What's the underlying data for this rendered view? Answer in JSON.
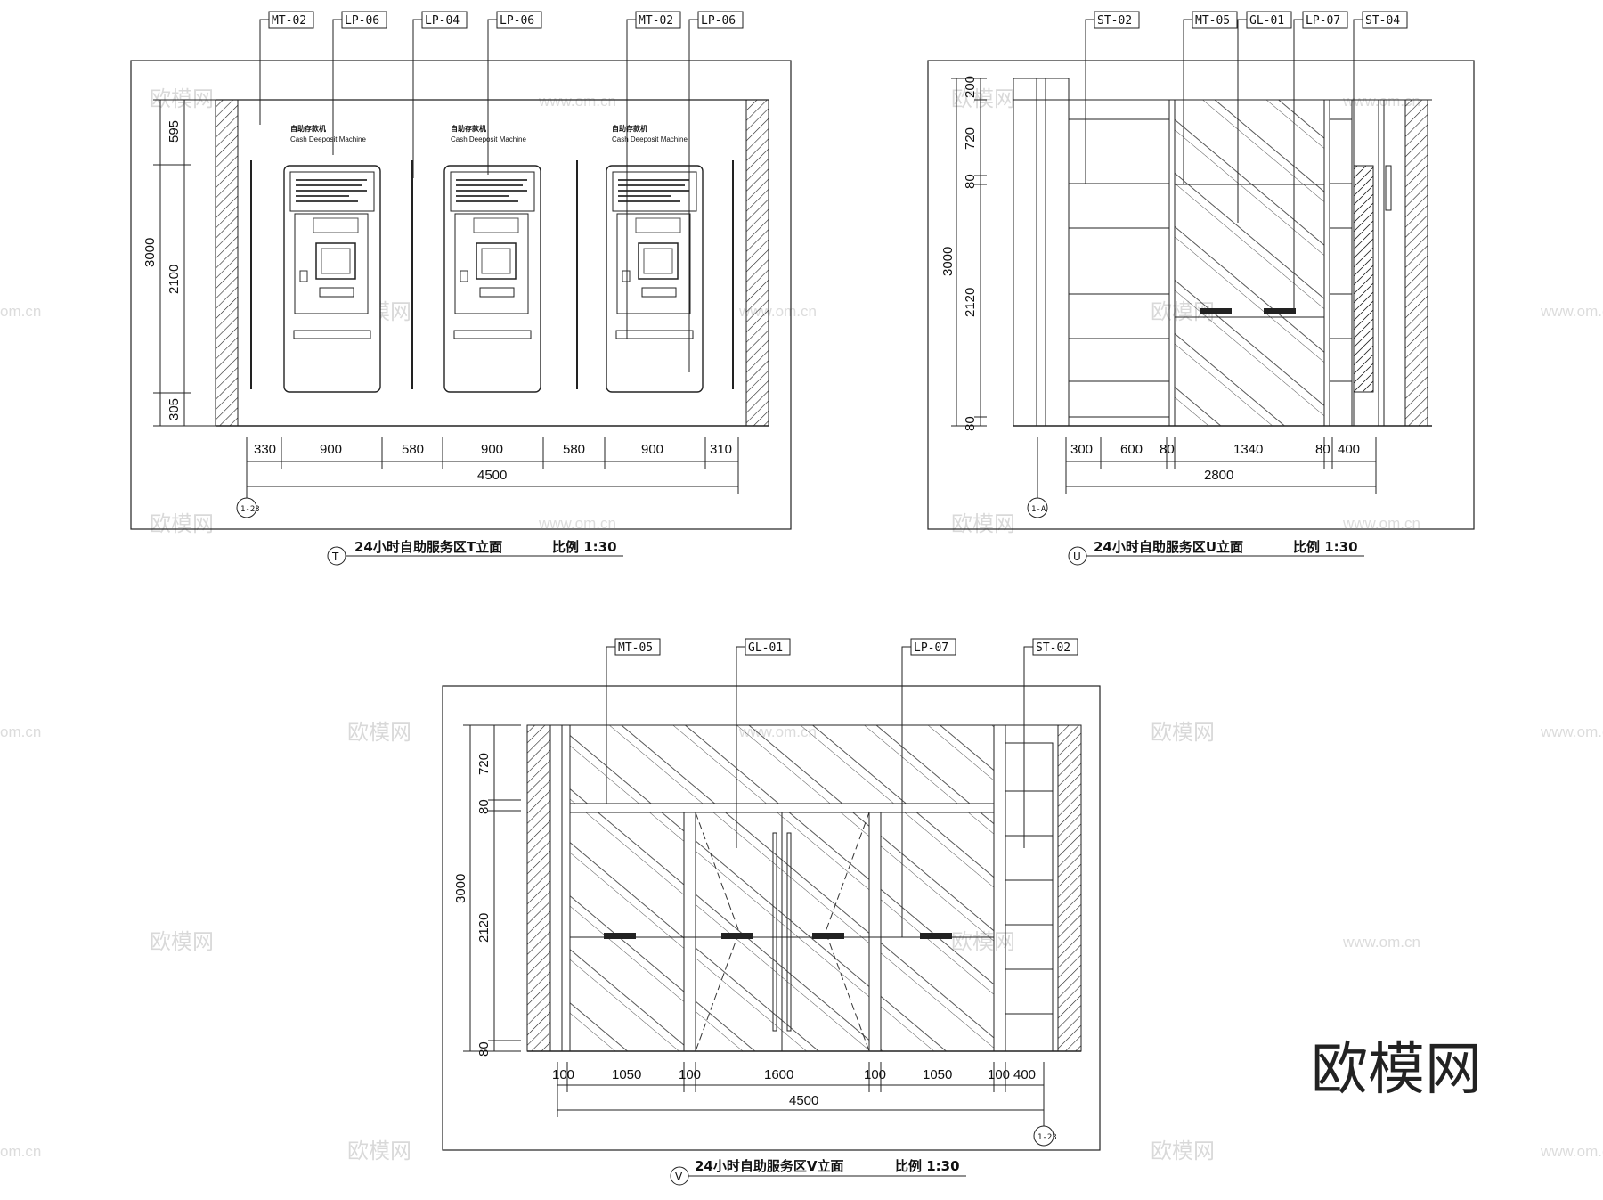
{
  "watermark_brand": "欧模网",
  "watermark_url": "www.om.cn",
  "watermark_url_cut": "om.cn",
  "elevations": {
    "t": {
      "symbol": "T",
      "title": "24小时自助服务区T立面",
      "scale": "比例  1:30",
      "tags": [
        "MT-02",
        "LP-06",
        "LP-04",
        "LP-06",
        "MT-02",
        "LP-06"
      ],
      "machine_label_cn": "自助存款机",
      "machine_label_en": "Cash Deeposit Machine",
      "vertical_dims": {
        "total": "3000",
        "top": "595",
        "mid": "2100",
        "bottom": "305"
      },
      "horizontal_dims": [
        "330",
        "900",
        "580",
        "900",
        "580",
        "900",
        "310"
      ],
      "total_width": "4500",
      "axis": "1-23"
    },
    "u": {
      "symbol": "U",
      "title": "24小时自助服务区U立面",
      "scale": "比例  1:30",
      "tags": [
        "ST-02",
        "MT-05",
        "GL-01",
        "LP-07",
        "ST-04"
      ],
      "vertical_dims": {
        "total": "3000",
        "d1": "200",
        "d2": "720",
        "d3": "80",
        "d4": "2120",
        "d5": "80"
      },
      "horizontal_dims": [
        "300",
        "600",
        "80",
        "1340",
        "80",
        "400"
      ],
      "total_width": "2800",
      "axis": "1-A"
    },
    "v": {
      "symbol": "V",
      "title": "24小时自助服务区V立面",
      "scale": "比例  1:30",
      "tags": [
        "MT-05",
        "GL-01",
        "LP-07",
        "ST-02"
      ],
      "vertical_dims": {
        "total": "3000",
        "d1": "720",
        "d2": "80",
        "d3": "2120",
        "d4": "80"
      },
      "horizontal_dims": [
        "100",
        "1050",
        "100",
        "1600",
        "100",
        "1050",
        "100",
        "400"
      ],
      "total_width": "4500",
      "axis": "1-23"
    }
  }
}
